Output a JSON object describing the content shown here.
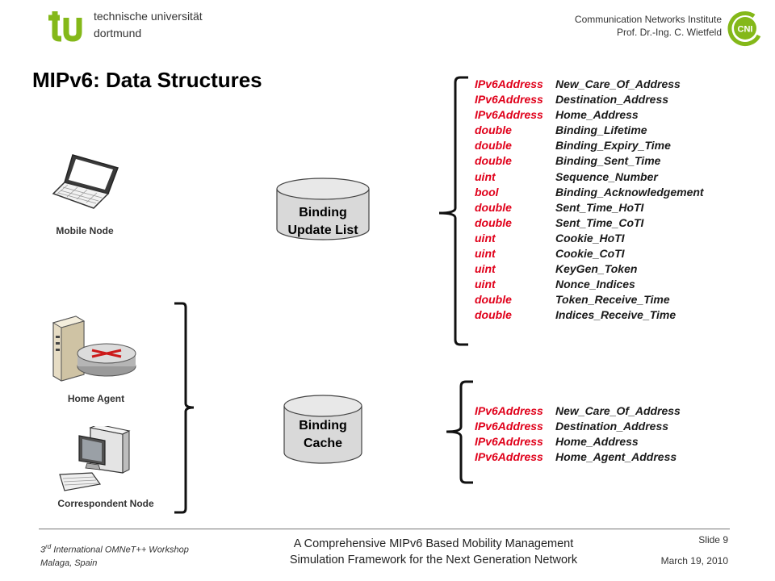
{
  "header": {
    "university_line1": "technische universität",
    "university_line2": "dortmund",
    "institute_line1": "Communication Networks Institute",
    "institute_line2": "Prof. Dr.-Ing. C. Wietfeld",
    "cni_logo_text": "CNI",
    "tu_logo_text": "tu"
  },
  "title": "MIPv6: Data Structures",
  "nodes": {
    "mobile_node": "Mobile Node",
    "home_agent": "Home Agent",
    "correspondent_node": "Correspondent Node"
  },
  "binding_update_list": {
    "line1": "Binding",
    "line2": "Update List",
    "fields": [
      {
        "type": "IPv6Address",
        "name": "New_Care_Of_Address"
      },
      {
        "type": "IPv6Address",
        "name": "Destination_Address"
      },
      {
        "type": "IPv6Address",
        "name": "Home_Address"
      },
      {
        "type": "double",
        "name": "Binding_Lifetime"
      },
      {
        "type": "double",
        "name": "Binding_Expiry_Time"
      },
      {
        "type": "double",
        "name": "Binding_Sent_Time"
      },
      {
        "type": "uint",
        "name": "Sequence_Number"
      },
      {
        "type": "bool",
        "name": "Binding_Acknowledgement"
      },
      {
        "type": "double",
        "name": "Sent_Time_HoTI"
      },
      {
        "type": "double",
        "name": "Sent_Time_CoTI"
      },
      {
        "type": "uint",
        "name": "Cookie_HoTI"
      },
      {
        "type": "uint",
        "name": "Cookie_CoTI"
      },
      {
        "type": "uint",
        "name": "KeyGen_Token"
      },
      {
        "type": "uint",
        "name": "Nonce_Indices"
      },
      {
        "type": "double",
        "name": "Token_Receive_Time"
      },
      {
        "type": "double",
        "name": "Indices_Receive_Time"
      }
    ]
  },
  "binding_cache": {
    "line1": "Binding",
    "line2": "Cache",
    "fields": [
      {
        "type": "IPv6Address",
        "name": "New_Care_Of_Address"
      },
      {
        "type": "IPv6Address",
        "name": "Destination_Address"
      },
      {
        "type": "IPv6Address",
        "name": "Home_Address"
      },
      {
        "type": "IPv6Address",
        "name": "Home_Agent_Address"
      }
    ]
  },
  "footer": {
    "workshop_prefix": "3",
    "workshop_sup": "rd",
    "workshop_rest": " International  OMNeT++ Workshop",
    "location": "Malaga, Spain",
    "paper_line1": "A Comprehensive MIPv6 Based Mobility Management",
    "paper_line2": "Simulation Framework for the Next Generation Network",
    "slide": "Slide 9",
    "date": "March 19, 2010"
  },
  "colors": {
    "tu_green": "#84b819",
    "field_type": "#e0001a",
    "cylinder_fill": "#d9d9d9"
  }
}
